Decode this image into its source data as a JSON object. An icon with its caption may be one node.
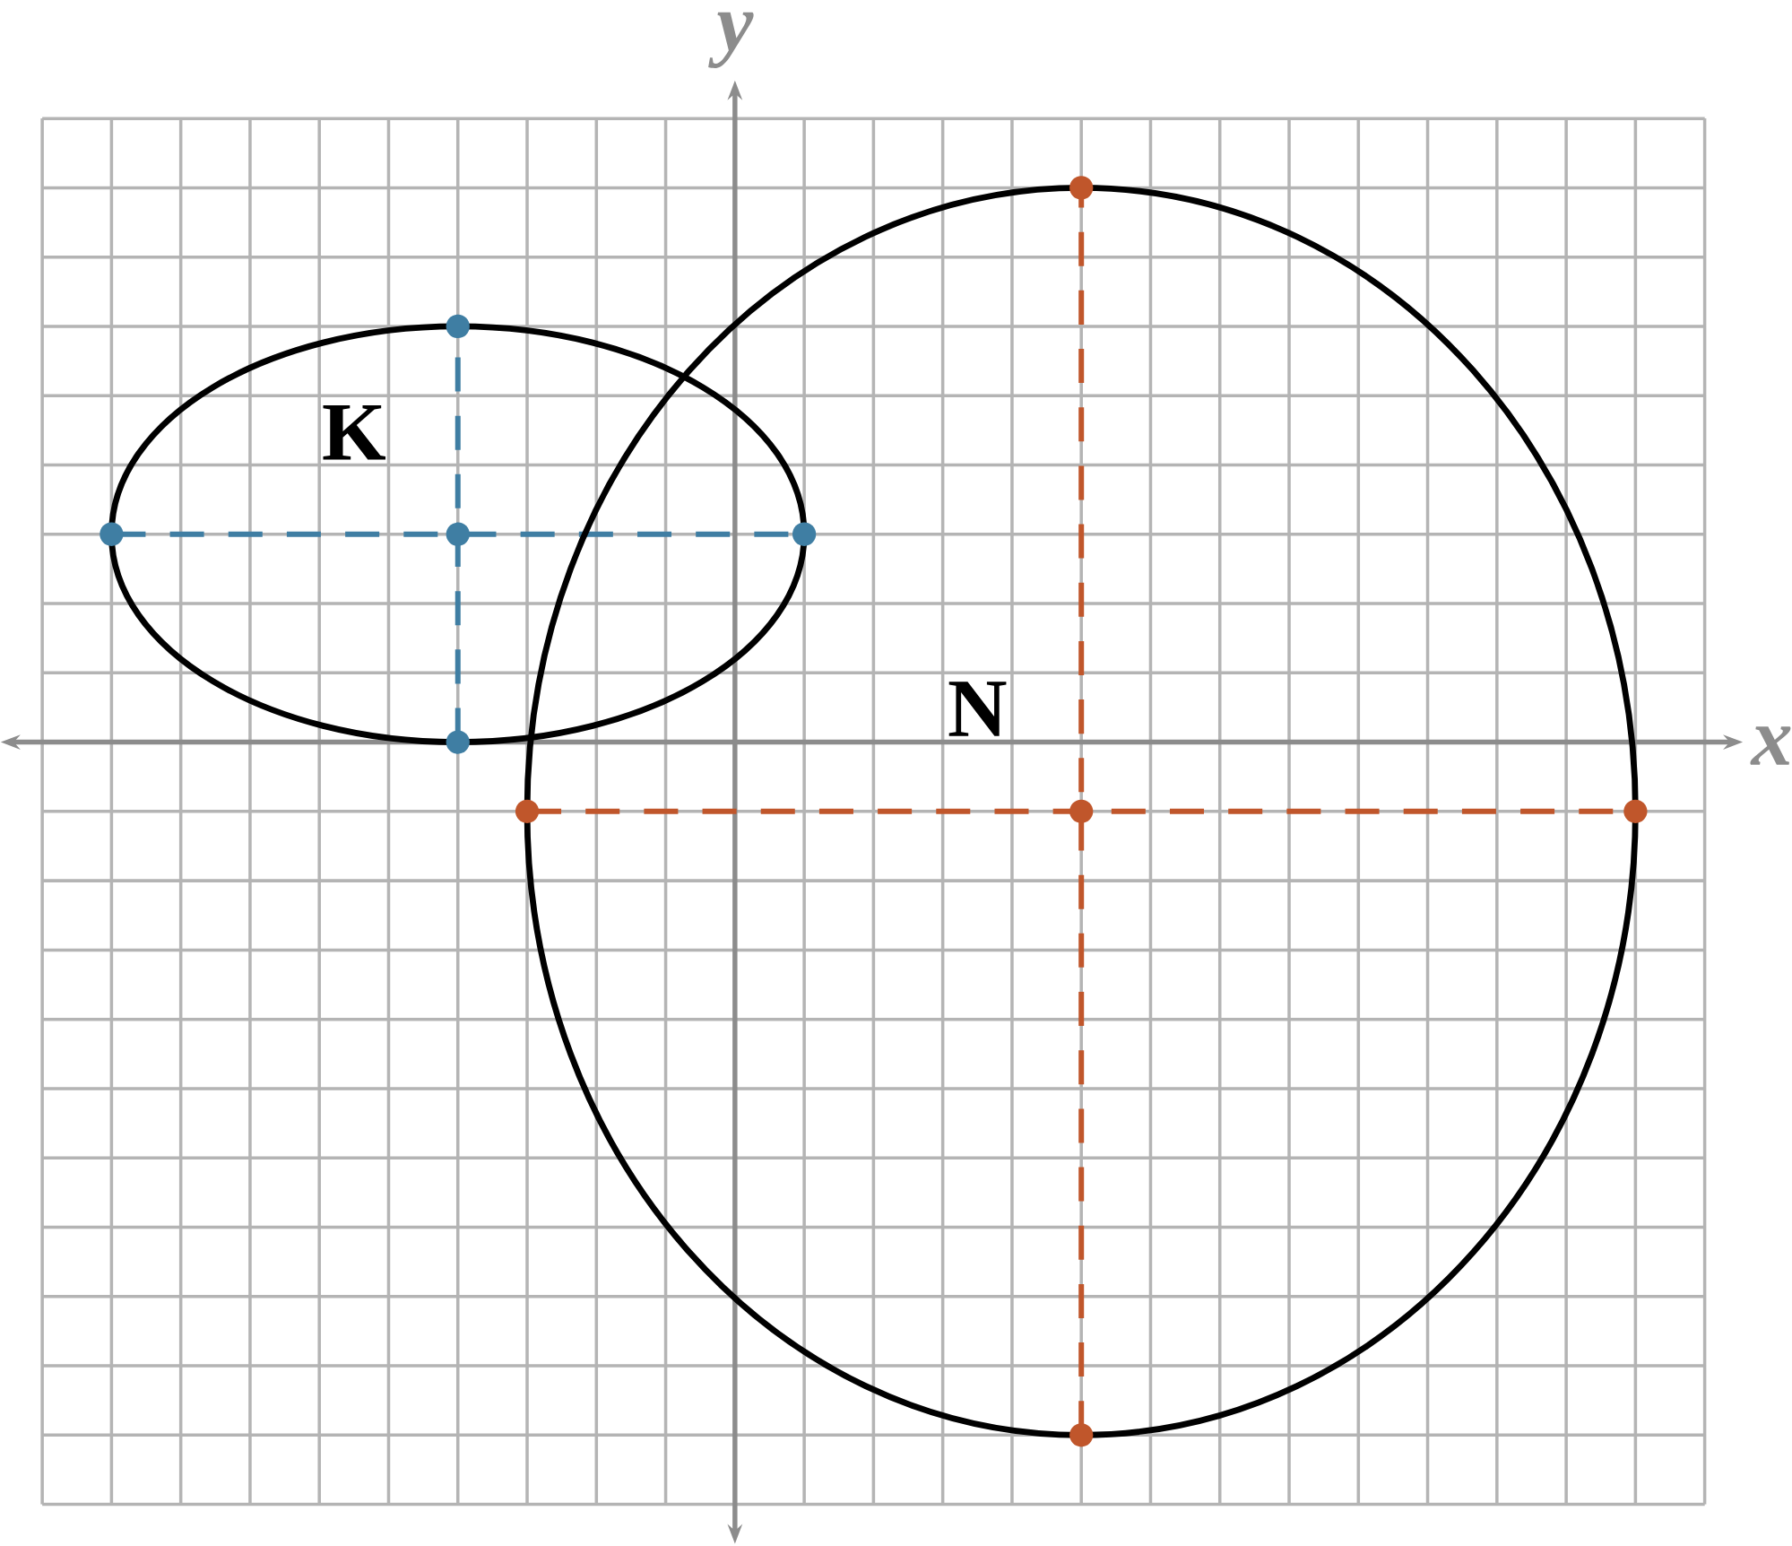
{
  "diagram": {
    "labels": [
      "y",
      "K",
      "N",
      "x"
    ]
  }
}
